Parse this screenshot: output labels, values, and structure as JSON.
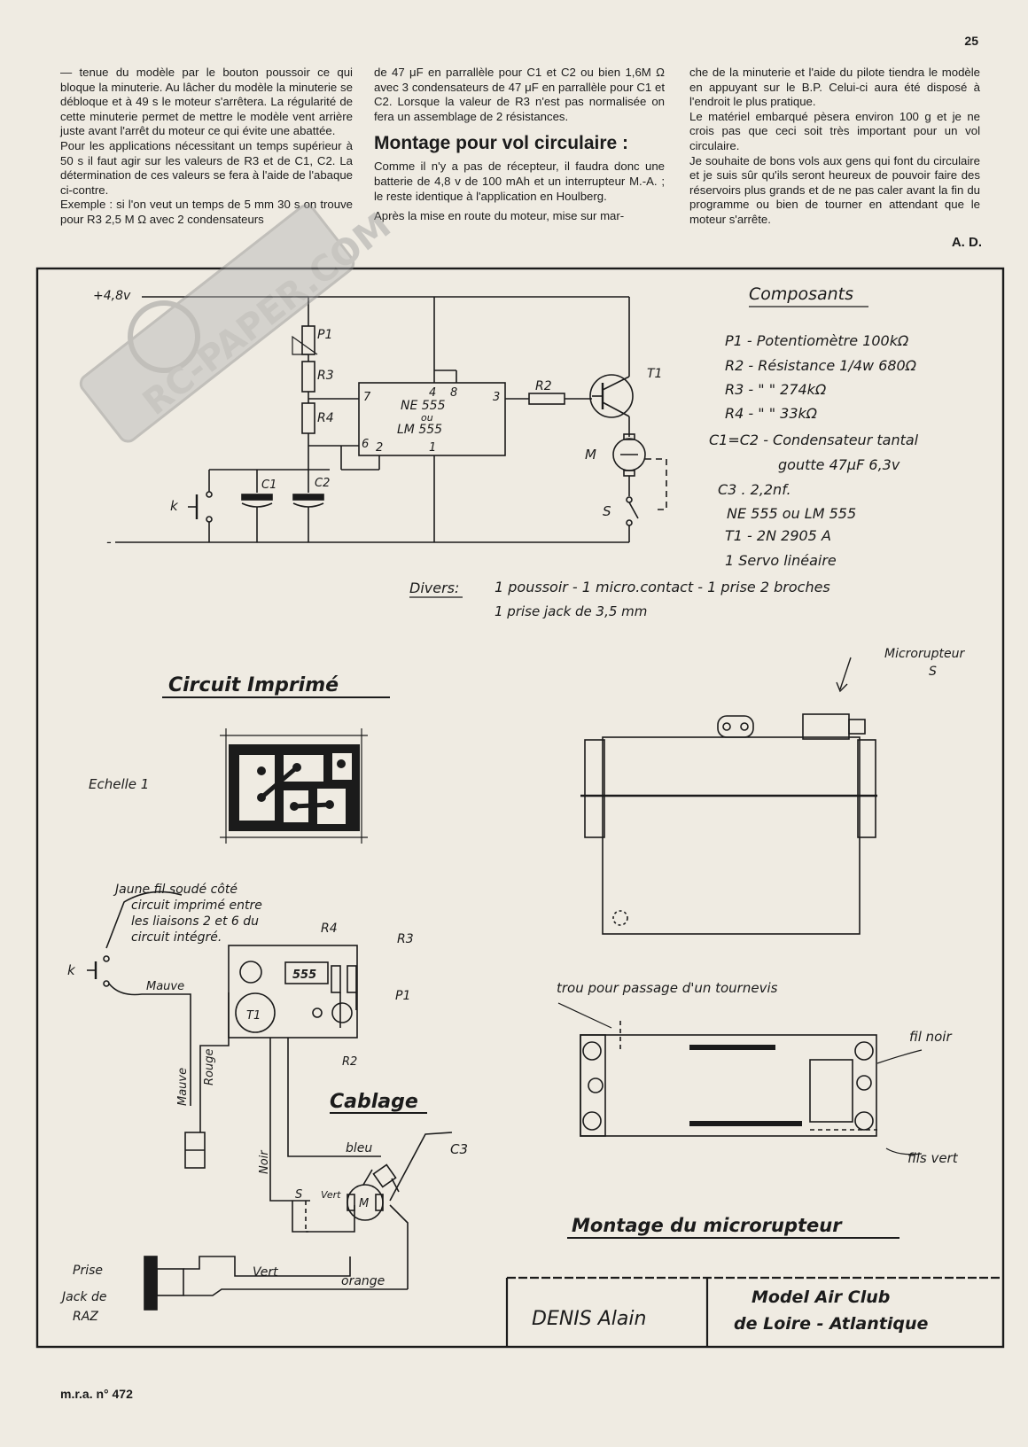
{
  "page_number": "25",
  "columns": {
    "col1": [
      "— tenue du modèle par le bouton poussoir ce qui bloque la minuterie. Au lâcher du modèle la minuterie se débloque et à 49 s le moteur s'arrêtera. La régularité de cette minuterie permet de mettre le modèle vent arrière juste avant l'arrêt du moteur ce qui évite une abattée.",
      "Pour les applications nécessitant un temps supérieur à 50 s il faut agir sur les valeurs de R3 et de C1, C2. La détermination de ces valeurs se fera à l'aide de l'abaque ci-contre.",
      "Exemple : si l'on veut un temps de 5 mm 30 s on trouve pour R3 2,5 M Ω avec 2 condensateurs"
    ],
    "col2_before": "de 47 μF en parrallèle pour C1 et C2 ou bien 1,6M Ω avec 3 condensateurs de 47 μF en parrallèle pour C1 et C2. Lorsque la valeur de R3 n'est pas normalisée on fera un assemblage de 2 résistances.",
    "col2_heading": "Montage pour vol circulaire :",
    "col2_after": [
      "Comme il n'y a pas de récepteur, il faudra donc une batterie de 4,8 v de 100 mAh et un interrupteur M.-A. ; le reste identique à l'application en Houlberg.",
      "Après la mise en route du moteur, mise sur mar-"
    ],
    "col3": [
      "che de la minuterie et l'aide du pilote tiendra le modèle en appuyant sur le B.P. Celui-ci aura été disposé à l'endroit le plus pratique.",
      "Le matériel embarqué pèsera environ 100 g et je ne crois pas que ceci soit très important pour un vol circulaire.",
      "Je souhaite de bons vols aux gens qui font du circulaire et je suis sûr qu'ils seront heureux de pouvoir faire des réservoirs plus grands et de ne pas caler avant la fin du programme ou bien de tourner en attendant que le moteur s'arrête."
    ]
  },
  "signature": "A. D.",
  "footer": "m.r.a. n° 472",
  "watermark": "RC-PAPER.COM",
  "schematic": {
    "supply_plus": "+4,8v",
    "supply_minus": "-",
    "ic_line1": "NE 555",
    "ic_line2": "ou",
    "ic_line3": "LM 555",
    "pin4": "4",
    "pin8": "8",
    "pin7": "7",
    "pin3": "3",
    "pin6": "6",
    "pin2": "2",
    "pin1": "1",
    "p1": "P1",
    "r3": "R3",
    "r4": "R4",
    "r2": "R2",
    "t1": "T1",
    "m": "M",
    "s": "S",
    "k": "k",
    "c1": "C1",
    "c2": "C2"
  },
  "components": {
    "title": "Composants",
    "items": [
      "P1 - Potentiomètre 100kΩ",
      "R2 - Résistance 1/4w 680Ω",
      "R3 - \" \" 274kΩ",
      "R4 - \" \" 33kΩ",
      "C1=C2 - Condensateur tantal",
      "goutte 47μF 6,3v",
      "C3 . 2,2nf.",
      "NE 555 ou LM 555",
      "T1 - 2N 2905 A",
      "1 Servo linéaire"
    ],
    "divers_label": "Divers:",
    "divers_line1": "1 poussoir - 1 micro.contact - 1 prise 2 broches",
    "divers_line2": "1 prise jack de 3,5 mm"
  },
  "pcb": {
    "title": "Circuit Imprimé",
    "scale": "Echelle 1"
  },
  "wiring": {
    "title": "Cablage",
    "note": [
      "Jaune fil soudé côté",
      "circuit imprimé entre",
      "les liaisons 2 et 6 du",
      "circuit intégré."
    ],
    "k": "k",
    "mauve": "Mauve",
    "mauve_v": "Mauve",
    "rouge": "Rouge",
    "noir": "Noir",
    "bleu": "bleu",
    "c3": "C3",
    "s": "S",
    "vert": "Vert",
    "m": "M",
    "r4": "R4",
    "r3": "R3",
    "p1": "P1",
    "r2": "R2",
    "t1": "T1",
    "ic": "555",
    "vert2": "Vert",
    "orange": "orange",
    "prise": [
      "Prise",
      "Jack de",
      "RAZ"
    ]
  },
  "micro": {
    "label_line1": "Microrupteur",
    "label_line2": "S",
    "hole": "trou pour passage d'un tournevis",
    "fil_noir": "fil noir",
    "fils_vert": "fils vert",
    "title": "Montage du microrupteur"
  },
  "title_block": {
    "author": "DENIS Alain",
    "club_line1": "Model Air Club",
    "club_line2": "de Loire - Atlantique"
  }
}
